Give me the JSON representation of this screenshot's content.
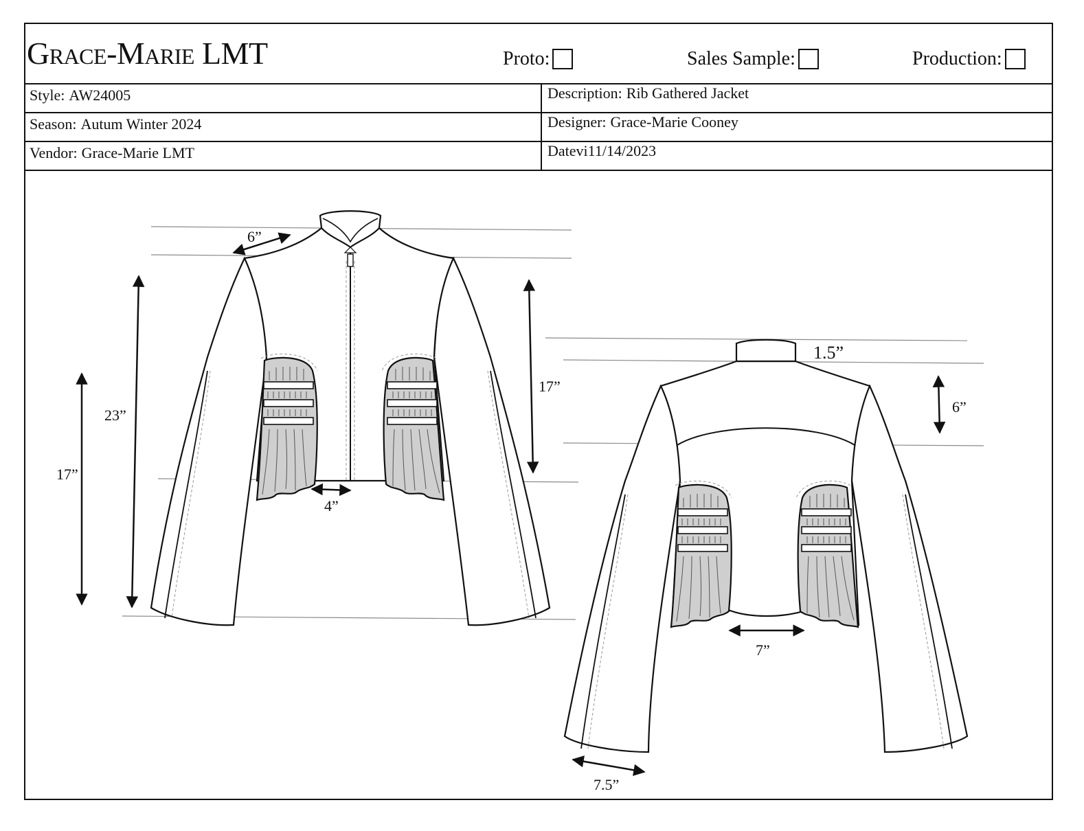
{
  "header": {
    "brand_main": "Grace-Marie",
    "brand_suffix": " LMT",
    "checks": {
      "proto": "Proto:",
      "sales_sample": "Sales Sample:",
      "production": "Production:"
    }
  },
  "fields": {
    "style": {
      "label": "Style:",
      "value": "AW24005"
    },
    "description": {
      "label": "Description:",
      "value": "Rib Gathered Jacket"
    },
    "season": {
      "label": "Season:",
      "value": "Autum Winter 2024"
    },
    "designer": {
      "label": "Designer:",
      "value": "Grace-Marie Cooney"
    },
    "vendor": {
      "label": "Vendor:",
      "value": "Grace-Marie LMT"
    },
    "date": {
      "label": "Datevi",
      "value": "11/14/2023"
    }
  },
  "measurements": {
    "front": {
      "shoulder": "6”",
      "sleeve_length": "23”",
      "side_length": "17”",
      "body_length": "17”",
      "hem_gap": "4”"
    },
    "back": {
      "collar": "1.5”",
      "yoke": "6”",
      "hem_gap": "7”",
      "cuff": "7.5”"
    }
  },
  "colors": {
    "line": "#111111",
    "guide": "#8a8a8a",
    "gather_fill": "#cfcfcf"
  }
}
